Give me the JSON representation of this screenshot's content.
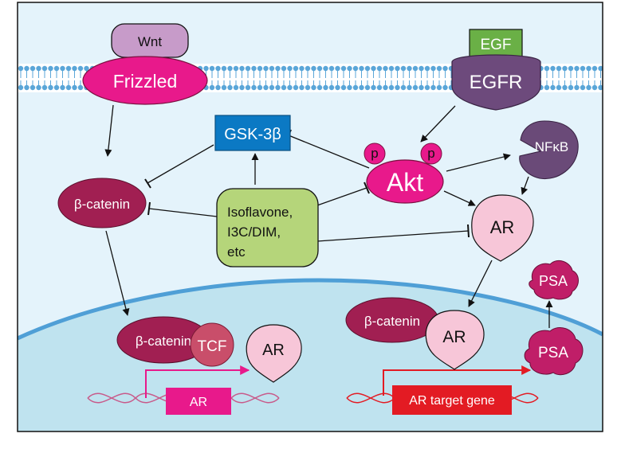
{
  "nodes": {
    "wnt": "Wnt",
    "frizzled": "Frizzled",
    "egf": "EGF",
    "egfr": "EGFR",
    "gsk3b": "GSK-3β",
    "akt": "Akt",
    "p_left": "p",
    "p_right": "p",
    "nfkb": "NFκB",
    "bcatenin_cyto": "β-catenin",
    "inhibitor_line1": "Isoflavone,",
    "inhibitor_line2": "I3C/DIM,",
    "inhibitor_line3": "etc",
    "ar_cyto": "AR",
    "psa_out": "PSA",
    "bcatenin_nuc_left": "β-catenin",
    "tcf": "TCF",
    "ar_nuc_left": "AR",
    "bcatenin_nuc_right": "β-catenin",
    "ar_nuc_right": "AR",
    "psa_nuc": "PSA",
    "gene_ar": "AR",
    "gene_ar_target": "AR target gene"
  },
  "colors": {
    "cytoplasm": "#e4f3fb",
    "nucleus": "#bfe3ef",
    "nuclear_envelope": "#4f9fd6",
    "membrane": "#5aa6d8",
    "wnt": "#c79bc9",
    "frizzled": "#e8198b",
    "egf": "#6ab046",
    "egfr": "#6d4a7c",
    "gsk3b": "#0b79c4",
    "akt": "#e8198b",
    "nfkb": "#6a4a78",
    "bcatenin": "#a11f52",
    "inhibitor": "#b5d57a",
    "ar": "#f7c6d8",
    "tcf": "#c94e6a",
    "psa": "#c01e68",
    "gene_left": "#e8198b",
    "gene_right": "#e31b23"
  }
}
